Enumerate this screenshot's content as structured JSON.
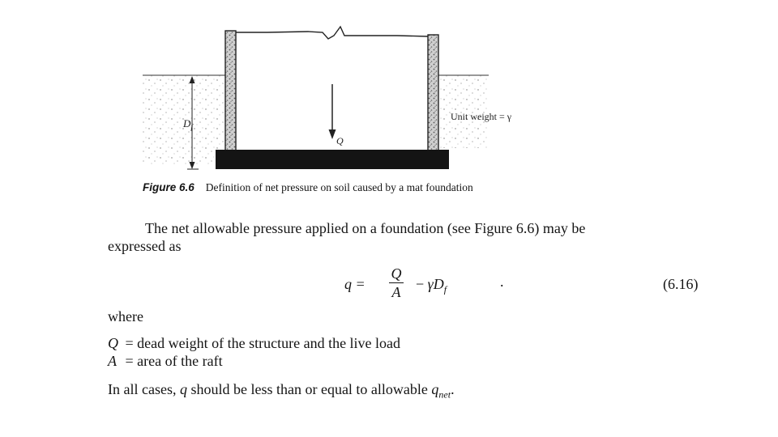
{
  "figure": {
    "labels": {
      "depth": "D",
      "depth_subscript": "f",
      "load": "Q",
      "unit_weight": "Unit weight = γ"
    },
    "caption": {
      "number": "Figure 6.6",
      "text": "Definition of net pressure on soil caused by a mat foundation"
    }
  },
  "paragraph": {
    "line1": "The net allowable pressure applied on a foundation (see Figure 6.6) may be",
    "line2": "expressed as"
  },
  "equation": {
    "lhs": "q =",
    "numerator": "Q",
    "denominator": "A",
    "rhs_minus": "− ",
    "rhs_gamma": "γD",
    "rhs_subscript": "f",
    "dot": ".",
    "number": "(6.16)"
  },
  "where_label": "where",
  "definitions": [
    {
      "symbol": "Q",
      "text": "= dead weight of the structure and the live load"
    },
    {
      "symbol": "A",
      "text": "= area of the raft"
    }
  ],
  "closing": {
    "before": "In all cases, ",
    "symbol": "q",
    "middle": " should be less than or equal to allowable ",
    "q": "q",
    "subscript": "net",
    "end": "."
  }
}
